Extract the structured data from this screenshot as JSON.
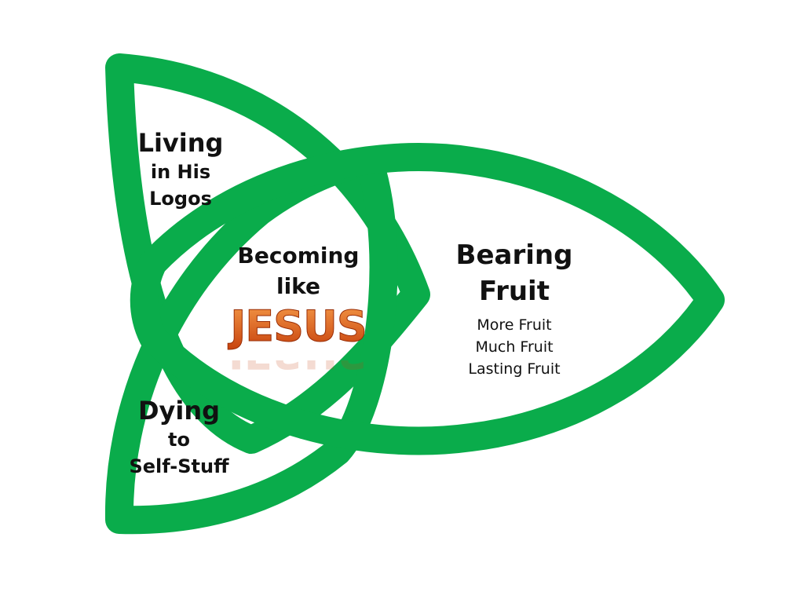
{
  "colors": {
    "knot_green": "#0aac4b",
    "jesus_gradient_top": "#f08a3a",
    "jesus_gradient_bottom": "#c6400c",
    "text": "#111111"
  },
  "living": {
    "title": "Living",
    "line2": "in His",
    "line3": "Logos"
  },
  "center": {
    "line1": "Becoming",
    "line2": "like",
    "highlight": "JESUS"
  },
  "bearing": {
    "title_line1": "Bearing",
    "title_line2": "Fruit",
    "items": [
      "More Fruit",
      "Much Fruit",
      "Lasting Fruit"
    ]
  },
  "dying": {
    "title": "Dying",
    "line2": "to",
    "line3": "Self-Stuff"
  }
}
